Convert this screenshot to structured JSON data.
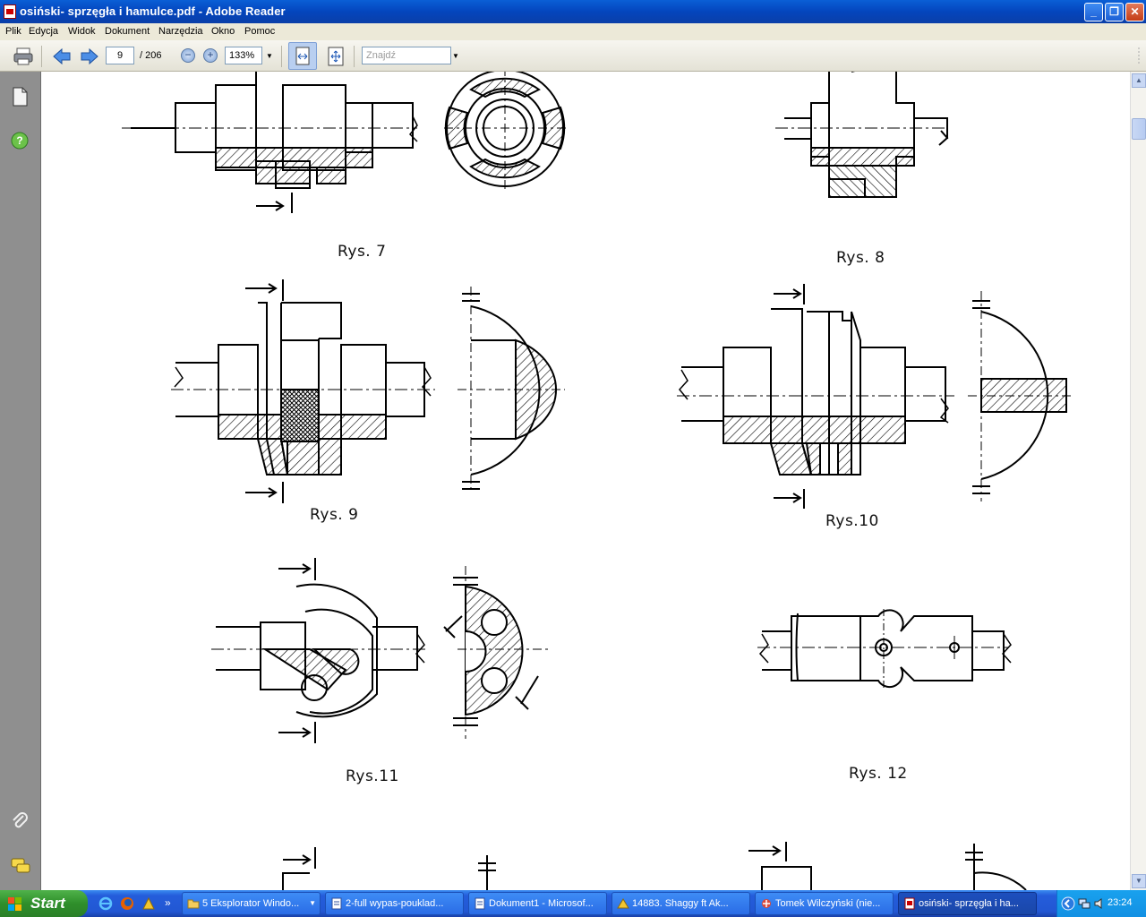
{
  "window": {
    "title": "osiński- sprzęgła i hamulce.pdf - Adobe Reader",
    "buttons": {
      "minimize": "_",
      "maximize": "❐",
      "close": "✕"
    }
  },
  "menu": [
    "Plik",
    "Edycja",
    "Widok",
    "Dokument",
    "Narzędzia",
    "Okno",
    "Pomoc"
  ],
  "toolbar": {
    "page_current": "9",
    "page_total": "/ 206",
    "zoom": "133%",
    "find_placeholder": "Znajdź",
    "zoom_out": "−",
    "zoom_in": "+"
  },
  "document": {
    "captions": {
      "rys7": "Rys. 7",
      "rys8": "Rys. 8",
      "rys9": "Rys. 9",
      "rys10": "Rys.10",
      "rys11": "Rys.11",
      "rys12": "Rys. 12"
    }
  },
  "taskbar": {
    "start": "Start",
    "overflow": "»",
    "tasks": [
      "5 Eksplorator Windo...",
      "2-full wypas-pouklad...",
      "Dokument1 - Microsof...",
      "14883. Shaggy ft Ak...",
      "Tomek Wilczyński (nie...",
      "osiński- sprzęgła i ha..."
    ],
    "clock": "23:24"
  },
  "colors": {
    "title_blue": "#0a5fd6",
    "nav_gray": "#8f8f8f",
    "taskbar_blue": "#245ddb",
    "start_green": "#3a9a34"
  }
}
